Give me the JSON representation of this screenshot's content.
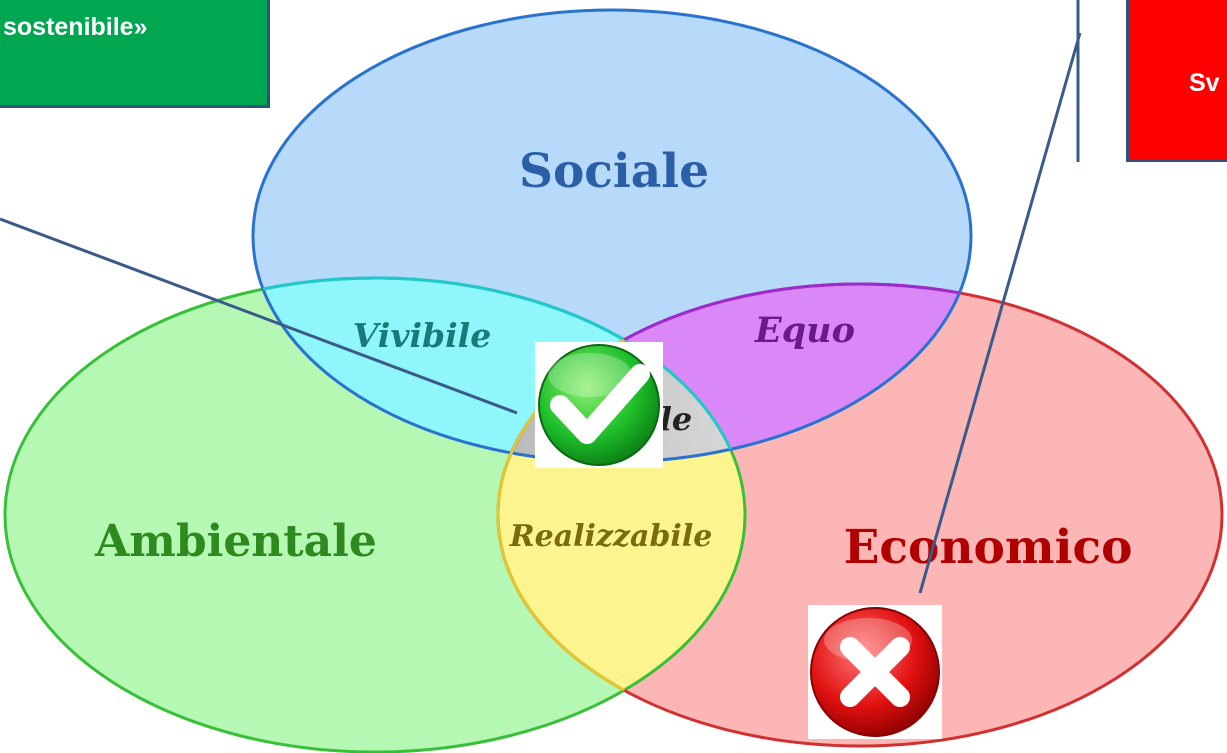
{
  "diagram": {
    "circles": {
      "sociale": "Sociale",
      "ambientale": "Ambientale",
      "economico": "Economico"
    },
    "intersections": {
      "vivibile": "Vivibile",
      "equo": "Equo",
      "realizzabile": "Realizzabile",
      "center_partial": "le"
    },
    "colors": {
      "sociale": "#b7d9fa",
      "ambientale": "#b4f8b4",
      "economico": "#fdb6b6",
      "vivibile": "#8ff6fc",
      "equo": "#da88f8",
      "realizzabile": "#fcf58f",
      "center": "#b8b8b8"
    }
  },
  "callouts": {
    "green_label": "sostenibile»",
    "red_label": "Sv",
    "green_color": "#00a650",
    "red_color": "#ff0000"
  },
  "icons": {
    "check": "check-icon",
    "cross": "cross-icon"
  }
}
